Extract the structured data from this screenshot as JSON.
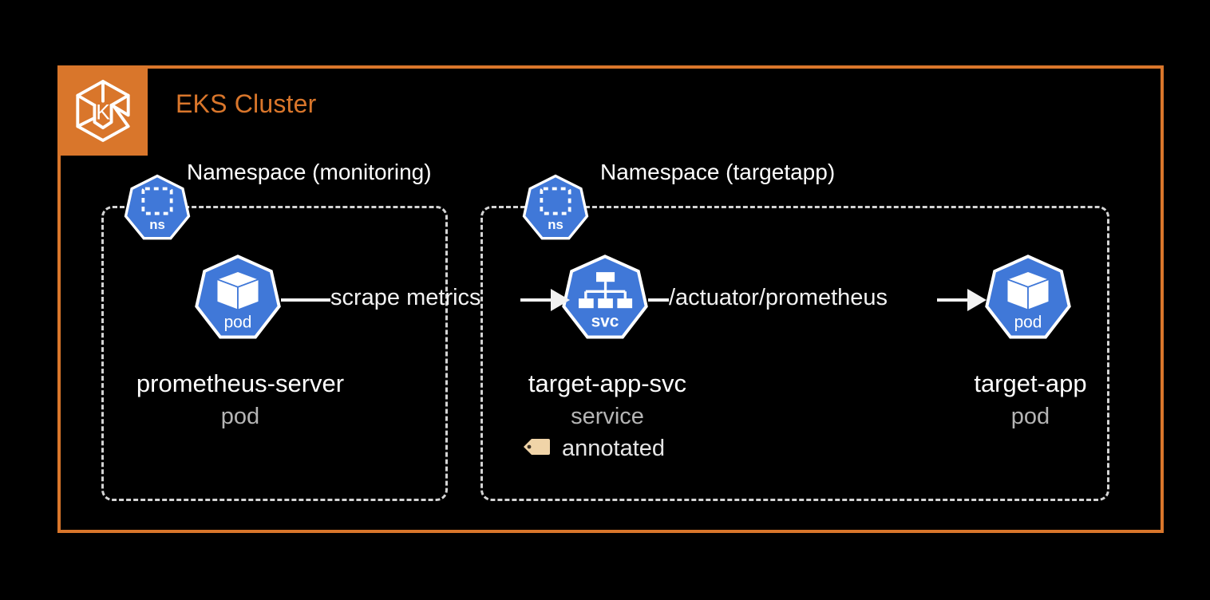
{
  "diagram": {
    "background": "#000000",
    "cluster": {
      "title": "EKS Cluster",
      "accent_color": "#d9762b",
      "badge_icon": "kubernetes-hexagon-k-icon"
    },
    "namespaces": [
      {
        "id": "monitoring",
        "title": "Namespace (monitoring)",
        "icon": "namespace-icon",
        "icon_label": "ns"
      },
      {
        "id": "targetapp",
        "title": "Namespace (targetapp)",
        "icon": "namespace-icon",
        "icon_label": "ns"
      }
    ],
    "nodes": [
      {
        "id": "prometheus-server",
        "name": "prometheus-server",
        "kind": "pod",
        "icon": "pod-icon",
        "icon_label": "pod",
        "color": "#4078d8"
      },
      {
        "id": "target-app-svc",
        "name": "target-app-svc",
        "kind": "service",
        "icon": "service-icon",
        "icon_label": "svc",
        "color": "#4078d8",
        "badge": {
          "icon": "tag-icon",
          "label": "annotated",
          "color": "#f0d4a8"
        }
      },
      {
        "id": "target-app",
        "name": "target-app",
        "kind": "pod",
        "icon": "pod-icon",
        "icon_label": "pod",
        "color": "#4078d8"
      }
    ],
    "connections": [
      {
        "id": "scrape",
        "from": "prometheus-server",
        "to": "target-app-svc",
        "label": "scrape metrics",
        "arrow": "right"
      },
      {
        "id": "actuator",
        "from": "target-app-svc",
        "to": "target-app",
        "label": "/actuator/prometheus",
        "arrow": "right"
      }
    ],
    "colors": {
      "accent_orange": "#d9762b",
      "k8s_blue": "#4078d8",
      "dashed_gray": "#d4d4d4",
      "text_white": "#ffffff",
      "text_gray": "#b5b5b5",
      "tag_tan": "#f0d4a8"
    }
  }
}
